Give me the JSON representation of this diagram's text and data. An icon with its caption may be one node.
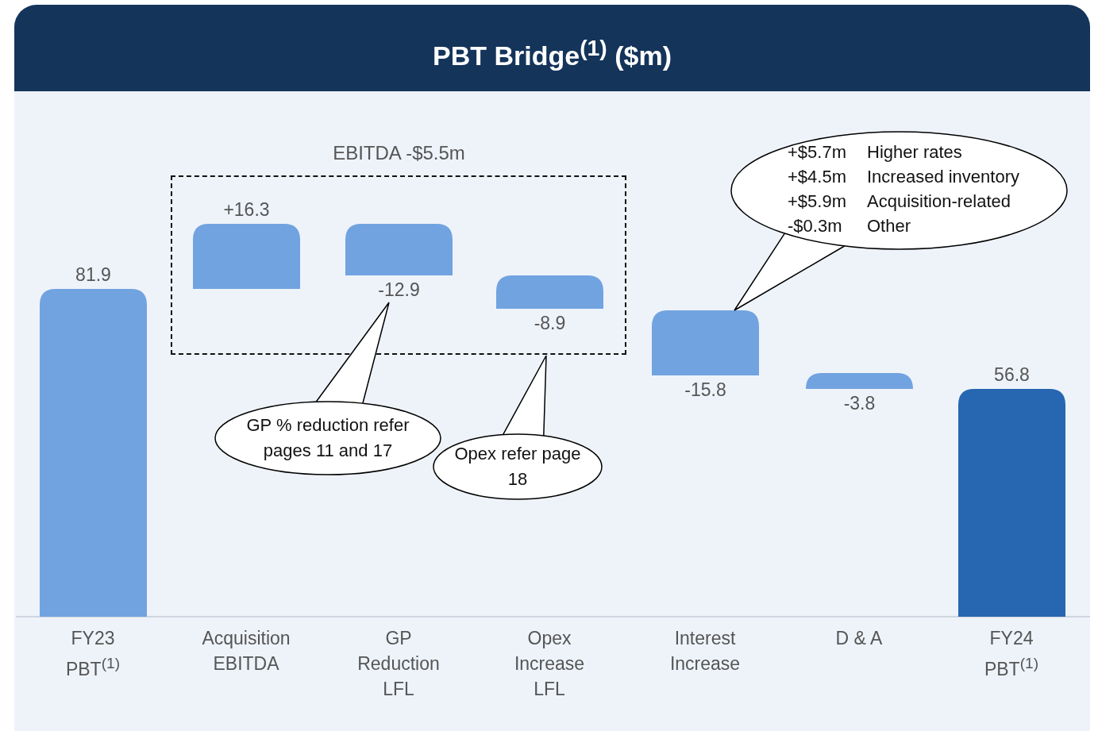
{
  "diagram": {
    "title": "PBT Bridge$^{(1)}$ ($m)",
    "nodes": [
      {
        "text": [],
        "shape": "bar",
        "beside": [
          "81.9"
        ]
      },
      {
        "text": [
          "EBITDA -$5.5m"
        ]
      },
      {
        "text": [],
        "shape": "bar",
        "beside": [
          "+16.3"
        ],
        "in": 1
      },
      {
        "text": [],
        "shape": "bar",
        "beside": [
          "-12.9"
        ],
        "in": 1
      },
      {
        "text": [],
        "shape": "bar",
        "beside": [
          "-8.9"
        ],
        "in": 1
      },
      {
        "text": [
          "+$5.7m",
          "Higher rates",
          "+$4.5m",
          "Increased inventory",
          "+$5.9m",
          "Acquisition-related",
          "-$0.3m",
          "Other"
        ]
      },
      {
        "text": [],
        "shape": "bar",
        "beside": [
          "-15.8"
        ]
      },
      {
        "text": [],
        "shape": "bar",
        "beside": [
          "-3.8"
        ]
      },
      {
        "text": [],
        "shape": "bar",
        "beside": [
          "56.8"
        ]
      },
      {
        "text": [
          "GP % reduction refer pages 11 and 17"
        ]
      },
      {
        "text": [
          "Opex refer page 18"
        ]
      }
    ],
    "edges": [
      {
        "from": 9,
        "to": 3,
        "arrow": "none"
      },
      {
        "from": 10,
        "to": 1,
        "arrow": "none"
      },
      {
        "from": 5,
        "to": 6,
        "arrow": "none"
      }
    ],
    "labels": [
      "FY23 PBT$^{(1)}$",
      "Acquisition EBITDA",
      "GP Reduction LFL",
      "Opex Increase LFL",
      "Interest Increase",
      "D & A",
      "FY24 PBT$^{(1)}$"
    ]
  }
}
